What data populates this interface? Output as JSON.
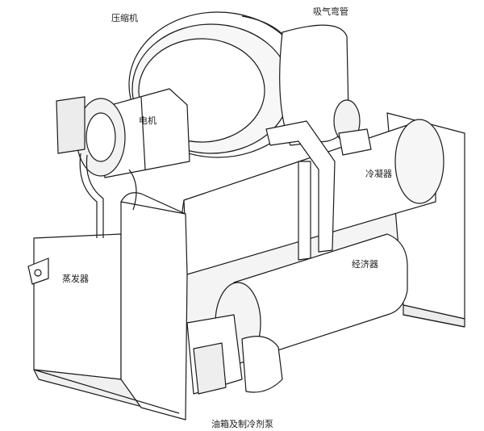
{
  "diagram": {
    "labels": {
      "compressor": "压缩机",
      "suction_elbow": "吸气弯管",
      "motor": "电机",
      "condenser": "冷凝器",
      "economizer": "经济器",
      "evaporator": "蒸发器",
      "oil_tank_pump": "油箱及制冷剂泵"
    },
    "colors": {
      "line": "#1a1a1a",
      "fill": "#ffffff",
      "shade": "#e9e9e9"
    }
  }
}
